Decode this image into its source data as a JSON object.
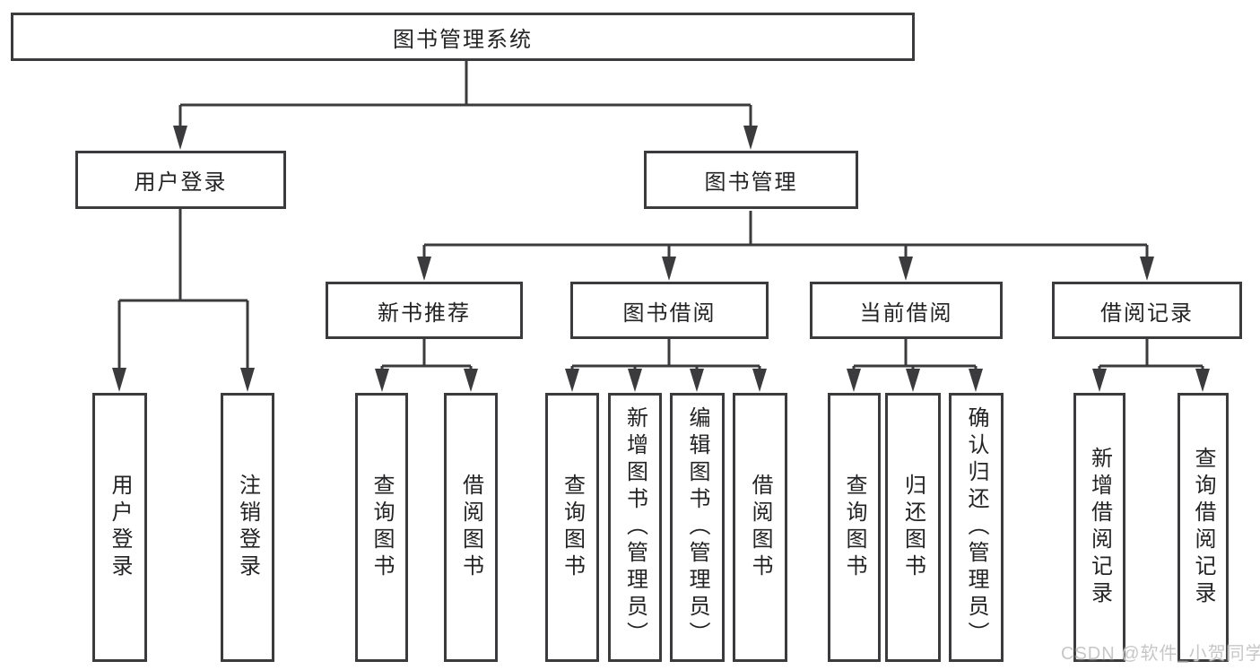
{
  "colors": {
    "line": "#3b3b3d",
    "border": "#3b3b3d",
    "text": "#232325",
    "background": "#ffffff",
    "watermark_text_color": "#c7c7c7"
  },
  "watermark": {
    "text": "CSDN @软件_小贺同学"
  },
  "diagram": {
    "root": {
      "label": "图书管理系统"
    },
    "user_login": {
      "label": "用户登录",
      "children": [
        {
          "label": "用户登录"
        },
        {
          "label": "注销登录"
        }
      ]
    },
    "book_mgmt": {
      "label": "图书管理",
      "children": [
        {
          "label": "新书推荐",
          "children": [
            {
              "label": "查询图书"
            },
            {
              "label": "借阅图书"
            }
          ]
        },
        {
          "label": "图书借阅",
          "children": [
            {
              "label": "查询图书"
            },
            {
              "label": "新增图书（管理员）"
            },
            {
              "label": "编辑图书（管理员）"
            },
            {
              "label": "借阅图书"
            }
          ]
        },
        {
          "label": "当前借阅",
          "children": [
            {
              "label": "查询图书"
            },
            {
              "label": "归还图书"
            },
            {
              "label": "确认归还（管理员）"
            }
          ]
        },
        {
          "label": "借阅记录",
          "children": [
            {
              "label": "新增借阅记录"
            },
            {
              "label": "查询借阅记录"
            }
          ]
        }
      ]
    }
  }
}
